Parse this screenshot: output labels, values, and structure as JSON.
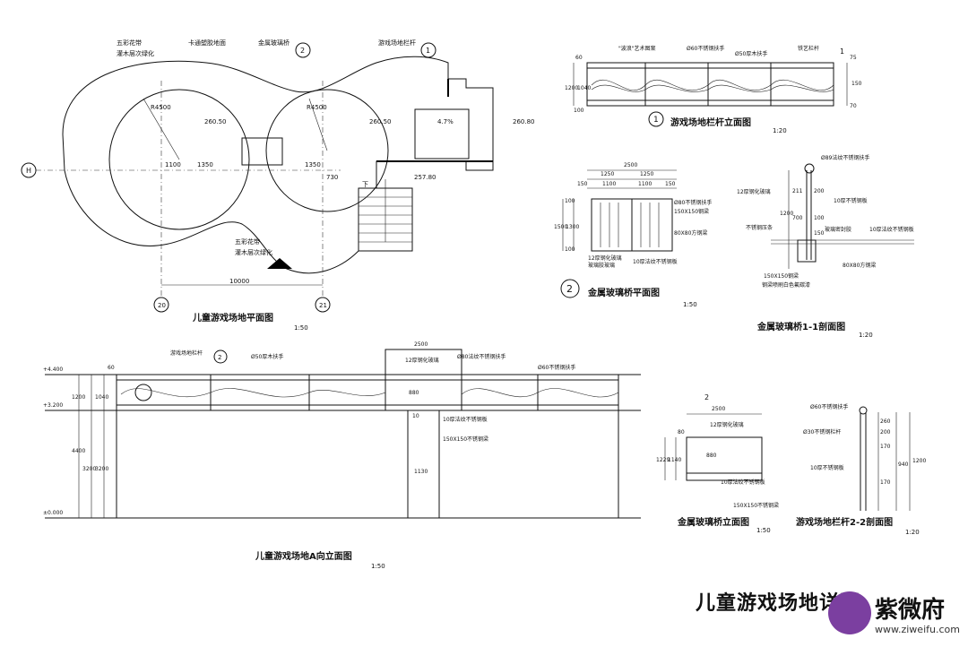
{
  "plan": {
    "title": "儿童游戏场地平面图",
    "scale": "1:50",
    "labels": {
      "planter_top": "五彩花带",
      "planter_top2": "灌木层次绿化",
      "rubber": "卡通塑胶地面",
      "glass_bridge": "金属玻璃桥",
      "railing": "游戏场地栏杆",
      "planter_bottom": "五彩花带",
      "planter_bottom2": "灌木层次绿化"
    },
    "dims": {
      "r1": "R4500",
      "r2": "R4500",
      "elev1": "260.50",
      "elev2": "260.50",
      "elev3": "260.80",
      "elev4": "257.80",
      "slope": "4.7%",
      "d1100": "1100",
      "d1350a": "1350",
      "d1350b": "1350",
      "d730": "730",
      "d10000": "10000"
    },
    "markers": {
      "axis_h": "H",
      "axis_20": "20",
      "axis_21": "21",
      "circle_1": "1",
      "circle_2": "2",
      "stair_down": "下"
    }
  },
  "railing_elev": {
    "title": "游戏场地栏杆立面图",
    "scale": "1:20",
    "num": "1",
    "labels": {
      "art": "\"波浪\"艺术图案",
      "steel": "Ø60不锈钢扶手",
      "wood": "Ø50厚木扶手",
      "iron": "铁艺栏杆"
    },
    "dims": {
      "d60": "60",
      "d1200": "1200",
      "d1040": "1040",
      "d100": "100",
      "r75": "75",
      "r70": "70",
      "r150": "150"
    },
    "section_mark": "1"
  },
  "bridge_plan": {
    "title": "金属玻璃桥平面图",
    "scale": "1:50",
    "num": "2",
    "dims": {
      "d2500": "2500",
      "d1250a": "1250",
      "d1250b": "1250",
      "d150a": "150",
      "d1100a": "1100",
      "d1100b": "1100",
      "d150b": "150",
      "d1500": "1500",
      "d1300": "1300",
      "d100a": "100",
      "d100b": "100"
    },
    "labels": {
      "steel_handrail": "Ø80不锈钢扶手",
      "beam": "150X150钢梁",
      "sq_beam": "80X80方钢梁",
      "glass": "12厚钢化玻璃",
      "glue": "玻璃胶玻璃",
      "plate": "10厚法纹不锈钢板"
    }
  },
  "bridge_sec": {
    "title": "金属玻璃桥1-1剖面图",
    "scale": "1:20",
    "labels": {
      "handrail": "Ø89法纹不锈钢扶手",
      "glass": "12厚钢化玻璃",
      "plate": "10厚不锈钢板",
      "strip": "不锈钢压条",
      "seal": "玻璃密封胶",
      "plate2": "10厚法纹不锈钢板",
      "beam": "150X150钢梁",
      "paint": "钢梁喷刷白色氟碳漆",
      "sq": "80X80方钢梁"
    },
    "dims": {
      "d211": "211",
      "d200": "200",
      "d700": "700",
      "d100": "100",
      "d150": "150",
      "d1200": "1200"
    }
  },
  "a_elev": {
    "title": "儿童游戏场地A向立面图",
    "scale": "1:50",
    "levels": {
      "l4400": "+4.400",
      "l3200": "+3.200",
      "l0": "±0.000"
    },
    "labels": {
      "railing": "游戏场地栏杆",
      "wood": "Ø50厚木扶手",
      "glass": "12厚钢化玻璃",
      "plate": "Ø80法纹不锈钢扶手",
      "steel": "Ø60不锈钢扶手",
      "p10": "10厚法纹不锈钢板",
      "beam": "150X150不锈钢梁"
    },
    "dims": {
      "d2500": "2500",
      "d60": "60",
      "d1200": "1200",
      "d1040": "1040",
      "d4400": "4400",
      "d3200a": "3200",
      "d3200b": "3200",
      "d880": "880",
      "d1130": "1130",
      "d10": "10"
    },
    "circle": "2"
  },
  "bridge_elev": {
    "title": "金属玻璃桥立面图",
    "scale": "1:50",
    "labels": {
      "glass": "12厚钢化玻璃",
      "plate": "10厚法纹不锈钢板",
      "beam": "150X150不锈钢梁"
    },
    "dims": {
      "d2500": "2500",
      "d80": "80",
      "d1229": "1229",
      "d1140": "1140",
      "d880": "880"
    },
    "sec": "2"
  },
  "railing_sec": {
    "title": "游戏场地栏杆2-2剖面图",
    "scale": "1:20",
    "labels": {
      "steel": "Ø60不锈钢扶手",
      "bar": "Ø30不锈钢栏杆",
      "plate": "10厚不锈钢板"
    },
    "dims": {
      "d260": "260",
      "d200": "200",
      "d170a": "170",
      "d170b": "170",
      "d940": "940",
      "d1200": "1200"
    }
  },
  "sheet_title": "儿童游戏场地详图",
  "logo": {
    "name": "紫微府",
    "url": "www.ziweifu.com",
    "color": "#7b3fa0"
  }
}
